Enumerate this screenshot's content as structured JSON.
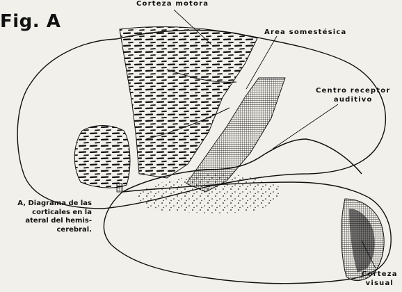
{
  "figure": {
    "title": "Fig. A"
  },
  "labels": {
    "motor_cortex": "Corteza motora",
    "somesthetic_area": "Area somestésica",
    "auditory_center": [
      "Centro receptor",
      "auditivo"
    ],
    "visual_cortex": [
      "Corteza",
      "visual"
    ]
  },
  "caption": {
    "lines": [
      "A, Diagrama de las",
      "corticales en la",
      "ateral del hemis-",
      "cerebral."
    ]
  }
}
